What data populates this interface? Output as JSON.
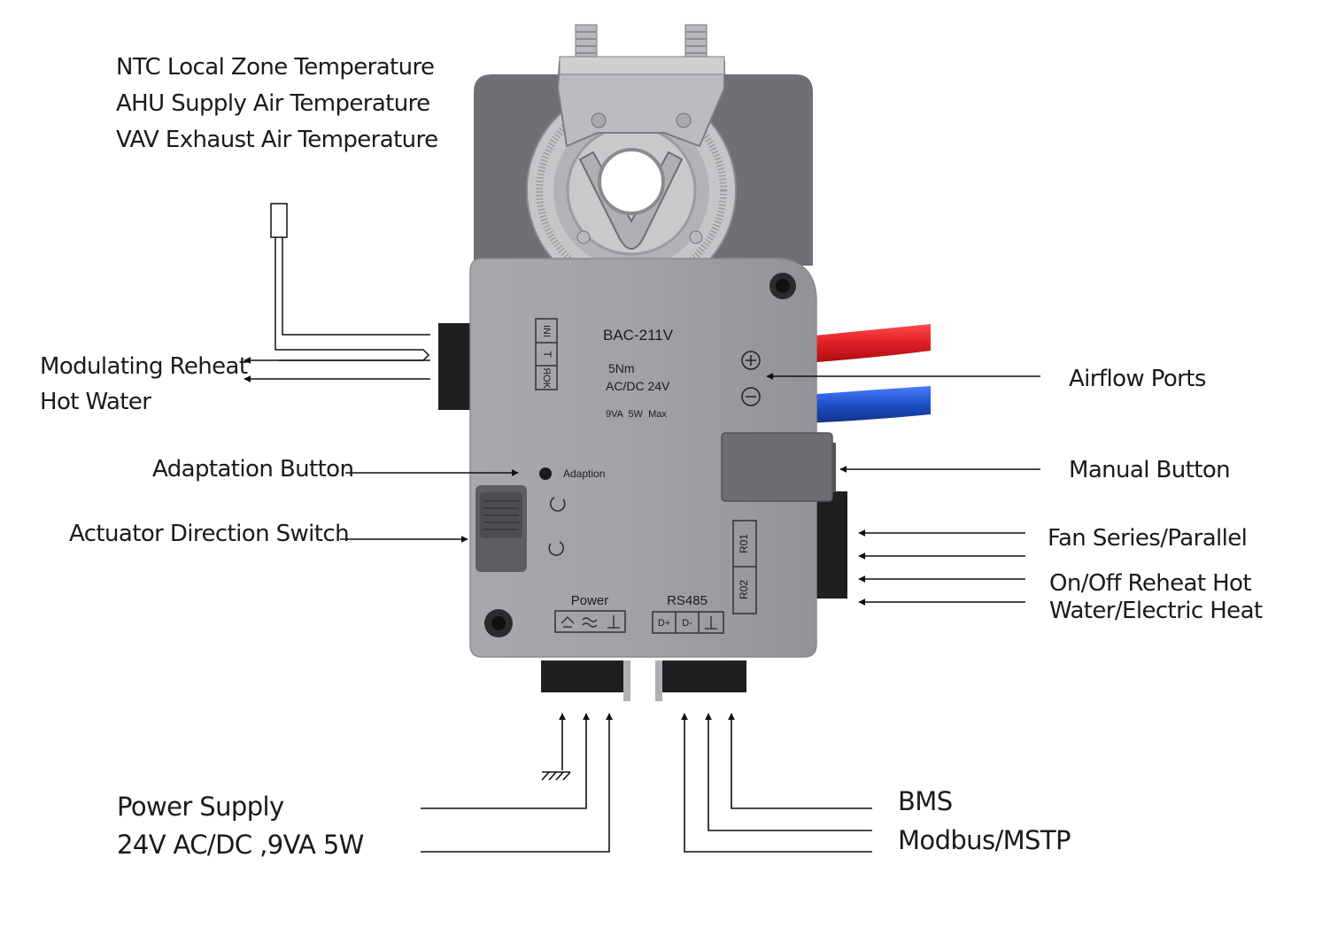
{
  "device": {
    "model": "BAC-211V",
    "torque": "5Nm",
    "voltage": "AC/DC 24V",
    "power_rating": "9VA  5W  Max",
    "adaption_label": "Adaption",
    "switch_codes": {
      "top": "INI",
      "mid": "T",
      "bottom": "ЯOK"
    },
    "power_label": "Power",
    "rs485_label": "RS485",
    "rs485_terminals": [
      "D+",
      "D-"
    ],
    "relay_labels": [
      "R01",
      "R02"
    ],
    "colors": {
      "red_tube": "#e01e24",
      "blue_tube": "#1e4fc8",
      "housing": "#9c9ca1",
      "dark_housing": "#6d6d72"
    }
  },
  "callouts": {
    "temp_sensor": [
      "NTC Local Zone Temperature",
      "AHU Supply Air Temperature",
      "VAV Exhaust Air Temperature"
    ],
    "reheat": [
      "Modulating Reheat",
      "Hot Water"
    ],
    "adaptation": "Adaptation Button",
    "direction": "Actuator Direction Switch",
    "airflow": "Airflow Ports",
    "manual": "Manual Button",
    "fan": "Fan Series/Parallel",
    "onoff": [
      "On/Off Reheat Hot",
      "Water/Electric Heat"
    ],
    "power_supply": [
      "Power Supply",
      "24V AC/DC ,9VA 5W"
    ],
    "bms": [
      "BMS",
      "Modbus/MSTP"
    ]
  }
}
